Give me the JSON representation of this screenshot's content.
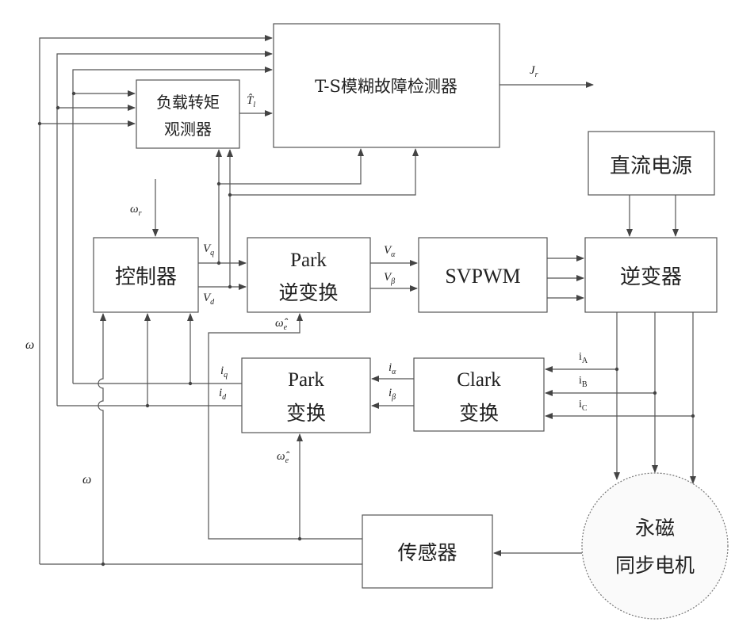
{
  "blocks": {
    "detector": "T-S模糊故障检测器",
    "observer_line1": "负载转矩",
    "observer_line2": "观测器",
    "controller": "控制器",
    "inv_park_line1": "Park",
    "inv_park_line2": "逆变换",
    "svpwm": "SVPWM",
    "inverter": "逆变器",
    "dc_source": "直流电源",
    "park_line1": "Park",
    "park_line2": "变换",
    "clark_line1": "Clark",
    "clark_line2": "变换",
    "sensor": "传感器",
    "motor_line1": "永磁",
    "motor_line2": "同步电机"
  },
  "signals": {
    "jr": "J",
    "jr_sub": "r",
    "tl": "T̂",
    "tl_sub": "l",
    "wr": "ω",
    "wr_sub": "r",
    "vq": "V",
    "vq_sub": "q",
    "vd": "V",
    "vd_sub": "d",
    "valpha": "V",
    "valpha_sub": "α",
    "vbeta": "V",
    "vbeta_sub": "β",
    "we_top": "ω̂",
    "we_top_sub": "e",
    "we_bottom": "ω̂",
    "we_bottom_sub": "e",
    "iq": "i",
    "iq_sub": "q",
    "id": "i",
    "id_sub": "d",
    "ialpha": "i",
    "ialpha_sub": "α",
    "ibeta": "i",
    "ibeta_sub": "β",
    "ia": "i",
    "ia_sub": "A",
    "ib": "i",
    "ib_sub": "B",
    "ic": "i",
    "ic_sub": "C",
    "omega_left": "ω",
    "omega_mid": "ω"
  }
}
